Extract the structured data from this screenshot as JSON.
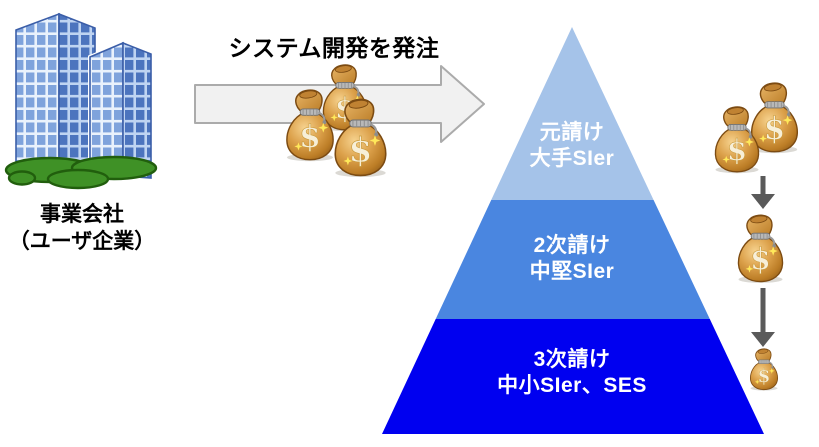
{
  "diagram": {
    "title": "システム開発を発注",
    "client": {
      "name_line1": "事業会社",
      "name_line2": "（ユーザ企業）"
    },
    "pyramid": {
      "tiers": [
        {
          "role": "元請け",
          "company": "大手SIer",
          "color": "#A5C3E9"
        },
        {
          "role": "2次請け",
          "company": "中堅SIer",
          "color": "#4A86E0"
        },
        {
          "role": "3次請け",
          "company": "中小SIer、SES",
          "color": "#0000F0"
        }
      ]
    },
    "icons": {
      "money_symbol": "$",
      "buildings": "office-buildings-icon",
      "money_bag": "money-bag-icon",
      "flow_arrow": "right-block-arrow-icon",
      "cascade_arrow": "down-arrow-icon"
    },
    "colors": {
      "flow_arrow_fill": "#F1F1F1",
      "flow_arrow_border": "#ABABAB",
      "cascade_arrow": "#5A5A5A",
      "background": "#FFFFFF"
    }
  }
}
